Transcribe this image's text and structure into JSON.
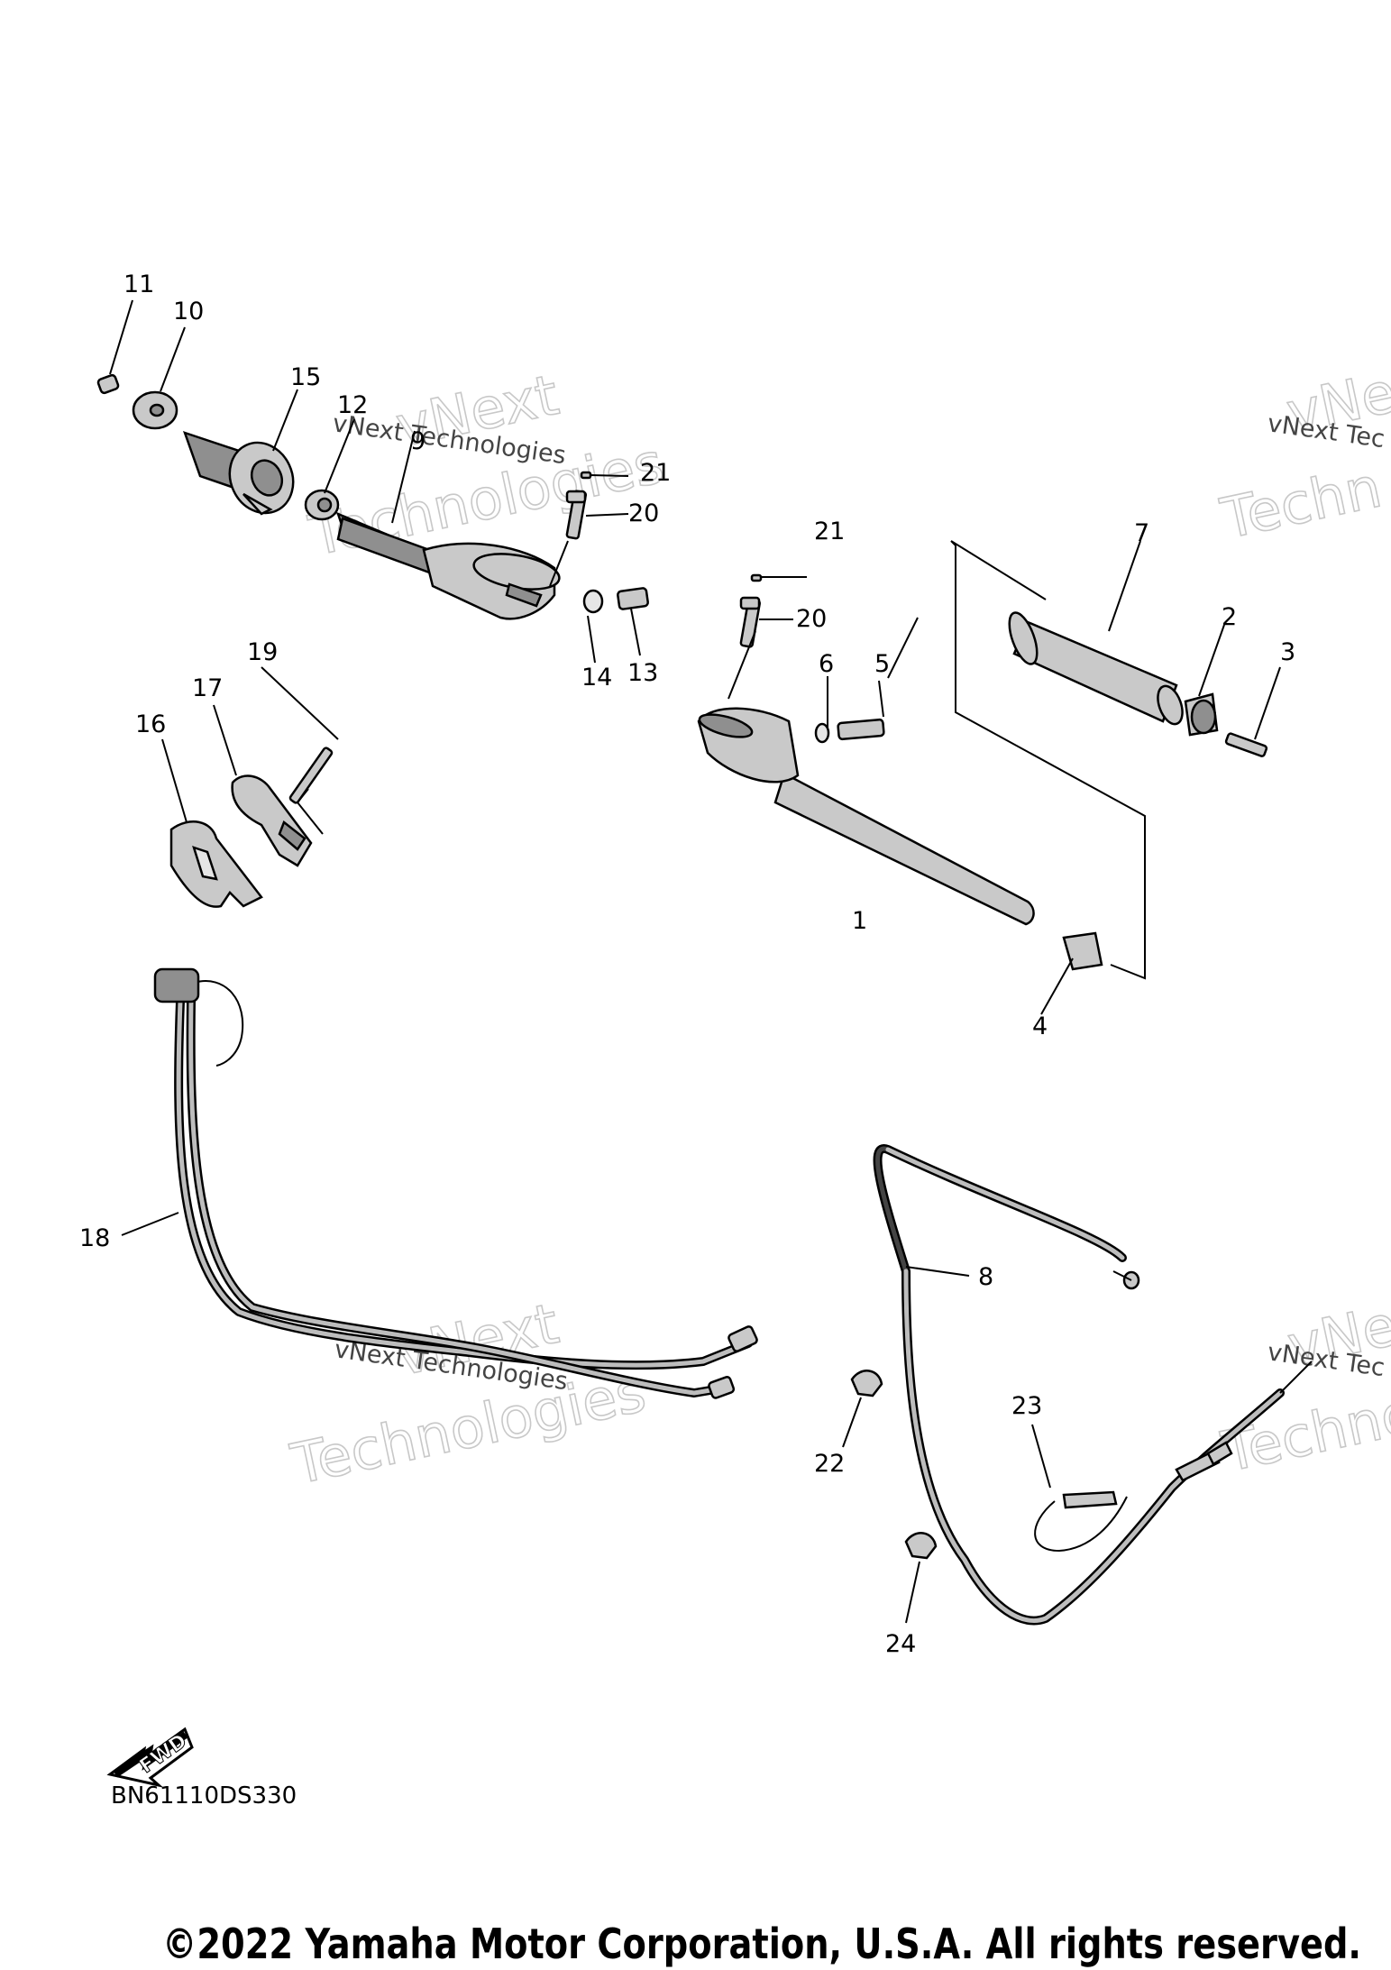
{
  "diagram": {
    "callouts": [
      "1",
      "2",
      "3",
      "4",
      "5",
      "6",
      "7",
      "8",
      "9",
      "10",
      "11",
      "12",
      "13",
      "14",
      "15",
      "16",
      "17",
      "18",
      "19",
      "20",
      "20",
      "21",
      "21",
      "22",
      "23",
      "24"
    ],
    "watermark": {
      "brand": "vNext",
      "line2": "Technologies",
      "full": "vNext Technologies",
      "partial": "vNext Tec",
      "partial2": "vNext Tec",
      "frag1": "vNext",
      "frag2": "Techn",
      "frag3": "Techno"
    },
    "direction_label": "FWD",
    "diagram_code": "BN61110DS330",
    "copyright": "©2022 Yamaha Motor Corporation, U.S.A. All rights reserved."
  }
}
